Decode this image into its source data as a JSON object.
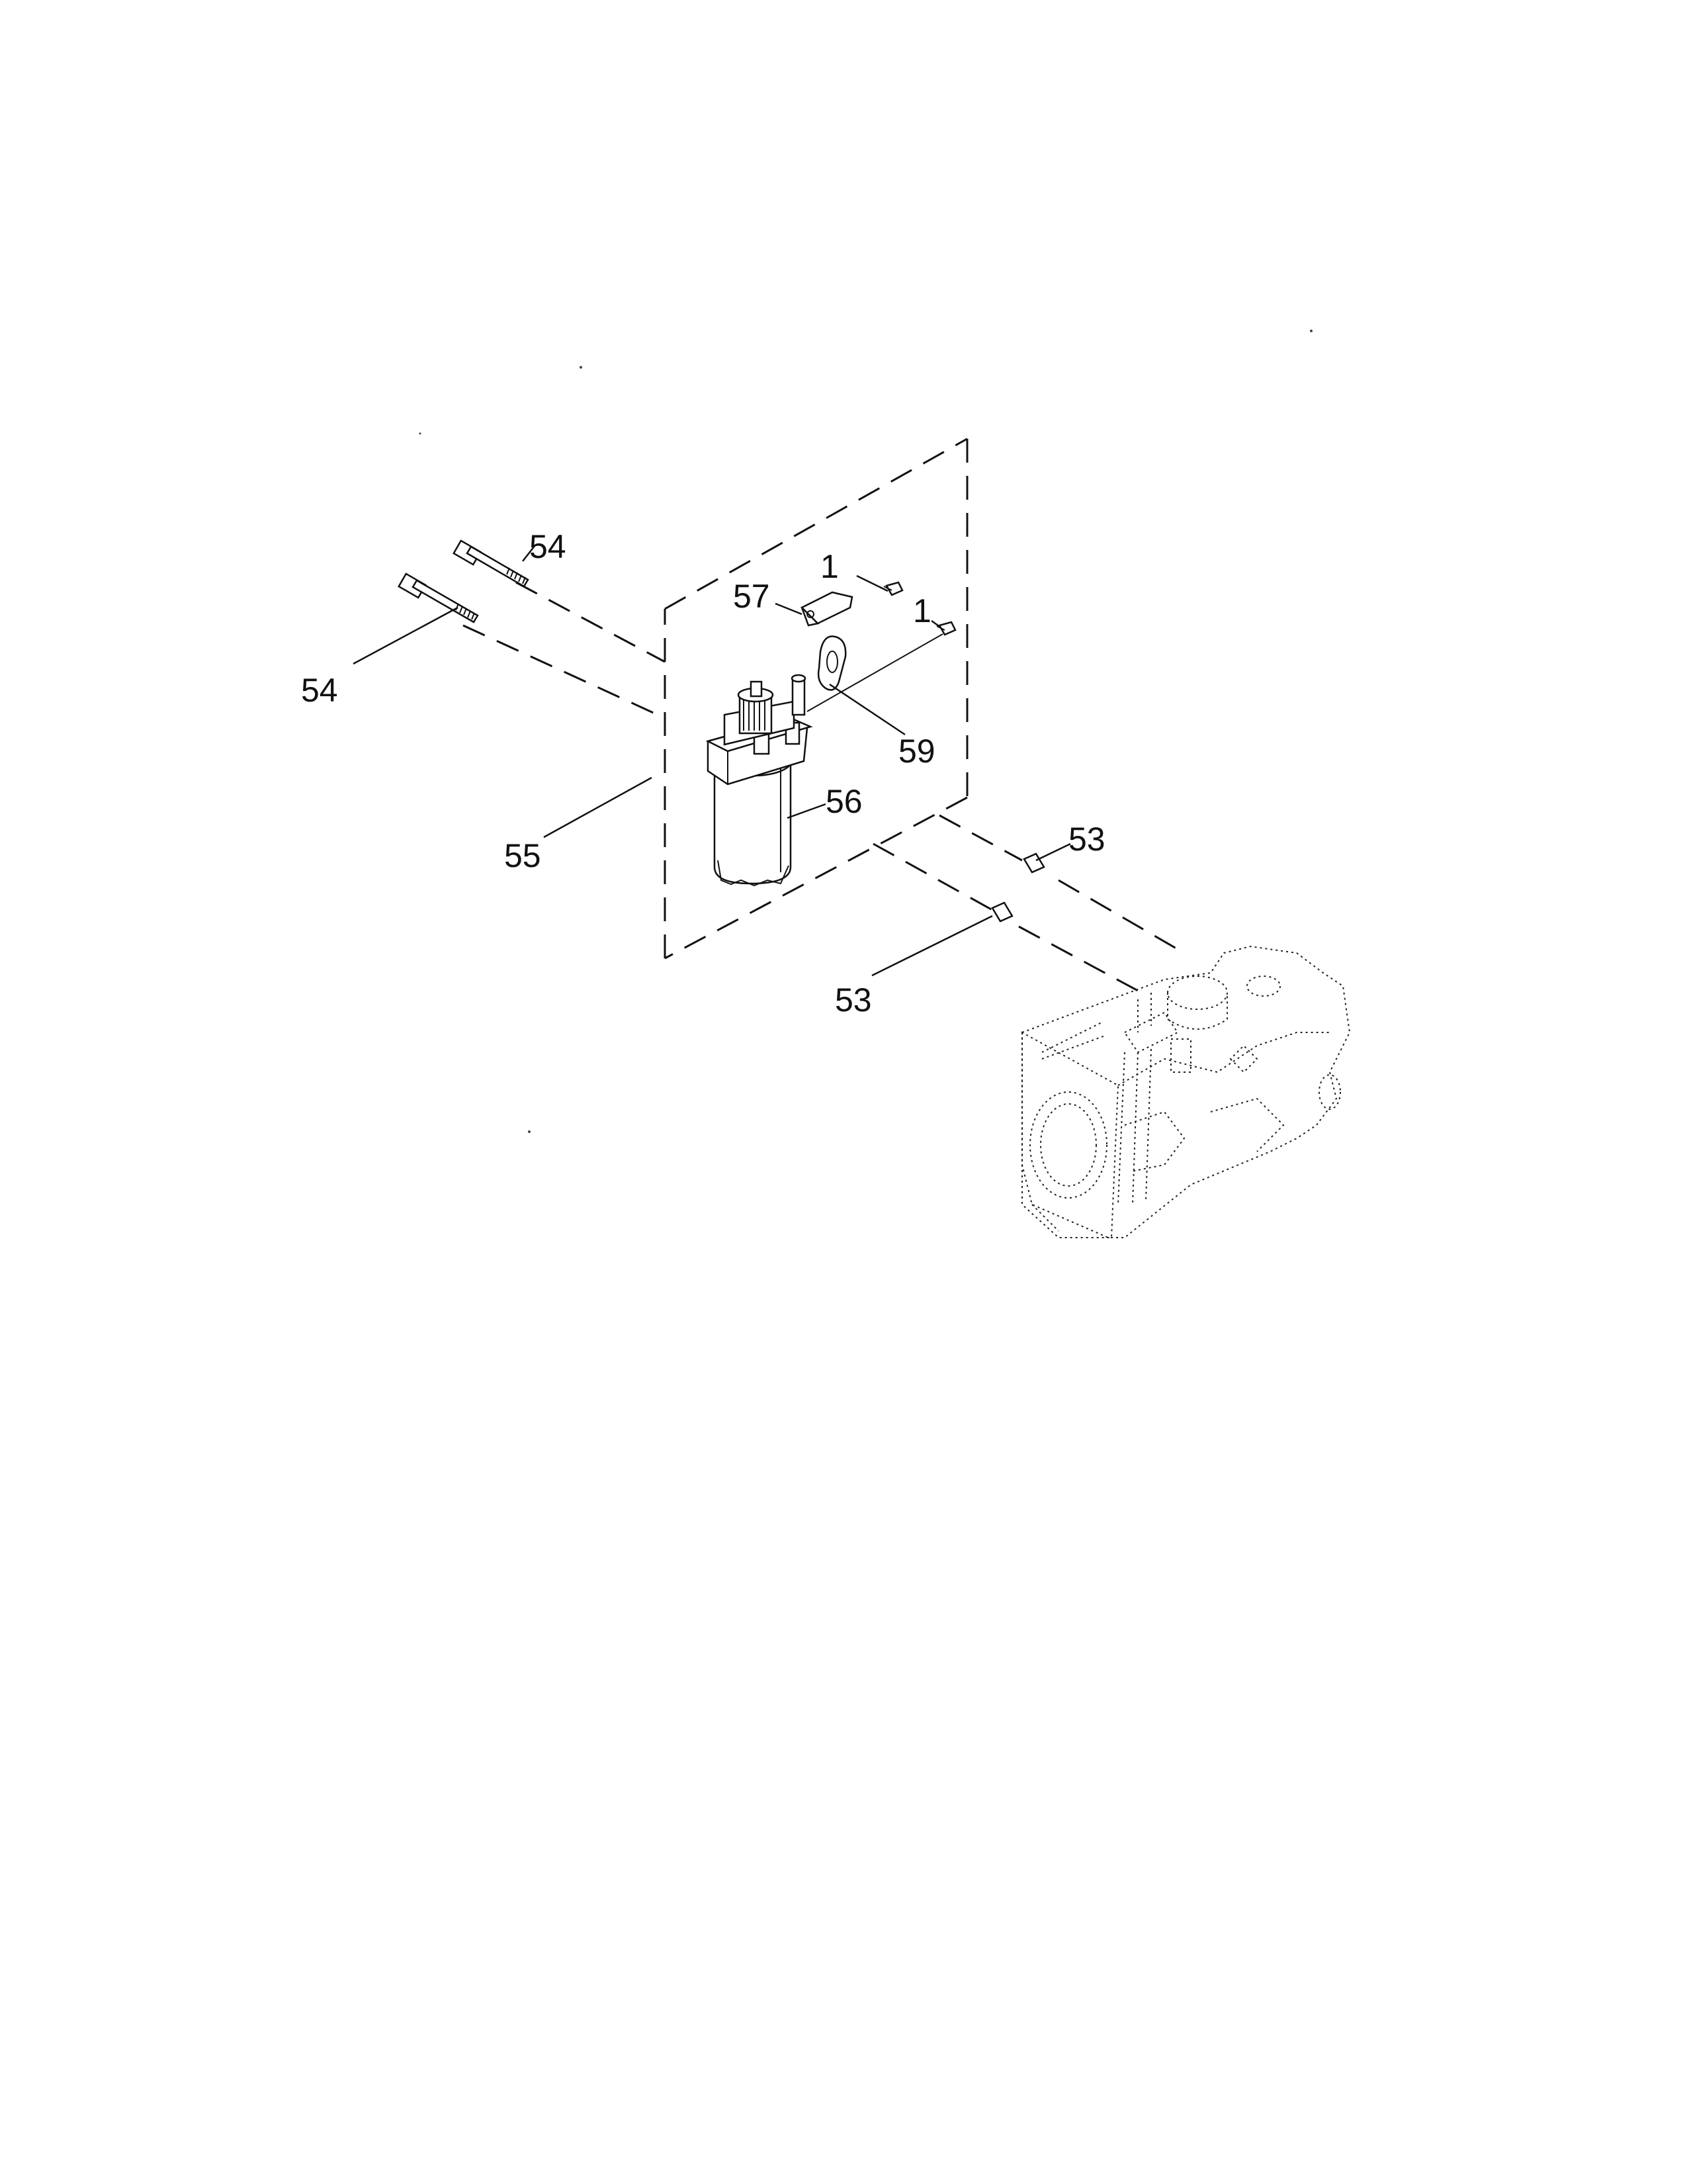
{
  "diagram": {
    "callouts": [
      {
        "id": "c54a",
        "label": "54"
      },
      {
        "id": "c54b",
        "label": "54"
      },
      {
        "id": "c1a",
        "label": "1"
      },
      {
        "id": "c57",
        "label": "57"
      },
      {
        "id": "c1b",
        "label": "1"
      },
      {
        "id": "c59",
        "label": "59"
      },
      {
        "id": "c56",
        "label": "56"
      },
      {
        "id": "c55",
        "label": "55"
      },
      {
        "id": "c53a",
        "label": "53"
      },
      {
        "id": "c53b",
        "label": "53"
      }
    ]
  }
}
